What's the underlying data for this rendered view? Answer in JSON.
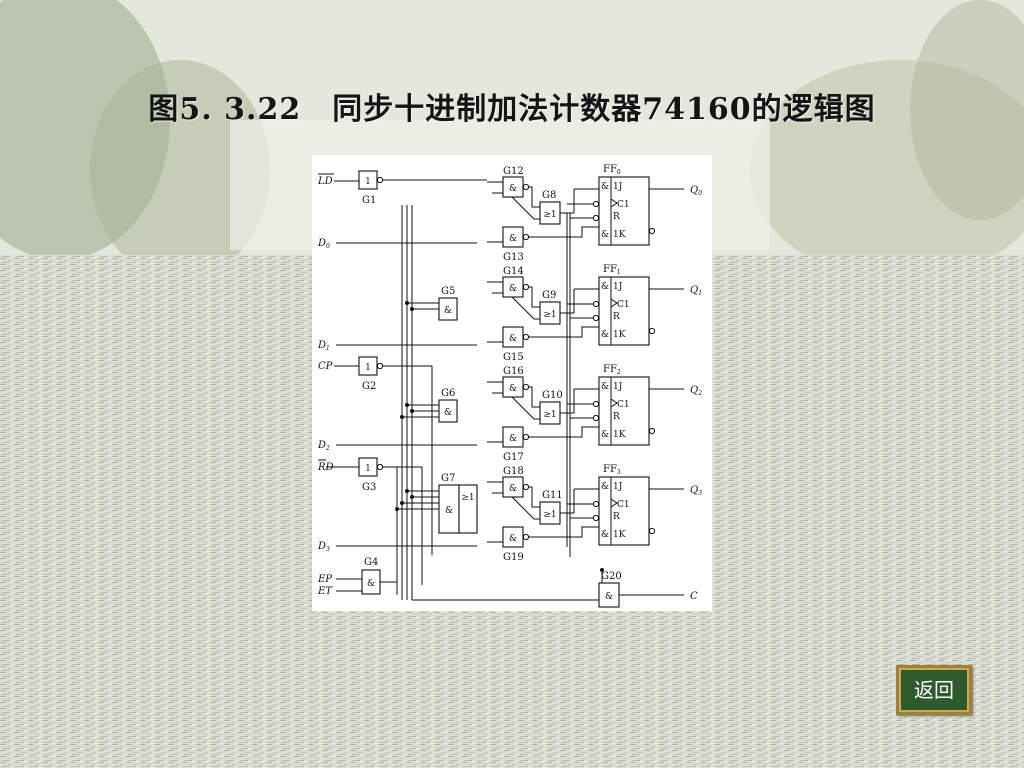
{
  "slide": {
    "title": "图5. 3.22　同步十进制加法计数器74160的逻辑图",
    "back_button_label": "返回"
  },
  "diagram": {
    "input_labels": [
      "LD",
      "D0",
      "D1",
      "CP",
      "D2",
      "RD",
      "D3",
      "EP",
      "ET"
    ],
    "output_labels": [
      "Q0",
      "Q1",
      "Q2",
      "Q3",
      "C"
    ],
    "flip_flops": [
      "FF0",
      "FF1",
      "FF2",
      "FF3"
    ],
    "flip_flop_pins": {
      "j": "1J",
      "clock": "C1",
      "reset": "R",
      "k": "1K"
    },
    "gate_labels": [
      "G1",
      "G2",
      "G3",
      "G4",
      "G5",
      "G6",
      "G7",
      "G8",
      "G9",
      "G10",
      "G11",
      "G12",
      "G13",
      "G14",
      "G15",
      "G16",
      "G17",
      "G18",
      "G19",
      "G20"
    ],
    "gate_symbols": {
      "and": "&",
      "or": "≥1",
      "not": "1"
    }
  },
  "colors": {
    "title": "#141414",
    "button_bg": "#2f5b2c",
    "button_border": "#9c8232"
  }
}
